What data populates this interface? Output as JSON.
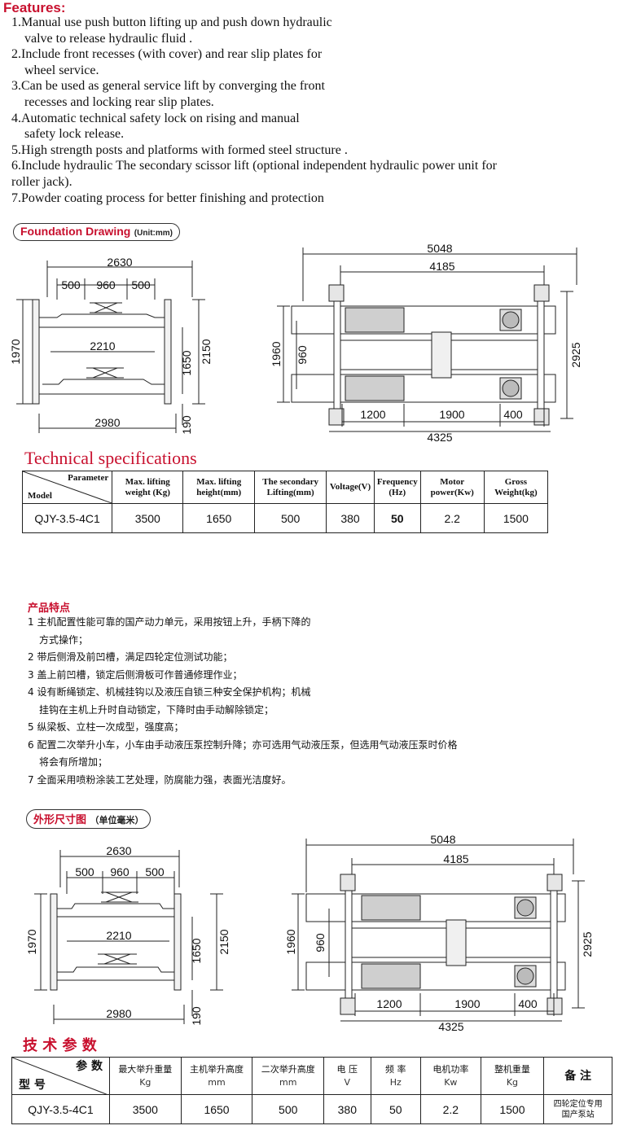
{
  "features": {
    "title": "Features:",
    "items": [
      {
        "line1": "1.Manual use push button lifting up and push down hydraulic",
        "line2": "valve to release hydraulic fluid ."
      },
      {
        "line1": "2.Include front recesses (with cover) and rear slip plates for",
        "line2": "wheel service."
      },
      {
        "line1": "3.Can be used as general service lift by converging the front",
        "line2": "recesses and locking rear slip plates."
      },
      {
        "line1": "4.Automatic technical safety lock on rising and manual",
        "line2": "safety lock release."
      },
      {
        "line1": "5.High strength posts and platforms with formed steel structure .",
        "line2": ""
      },
      {
        "line1": "6.Include hydraulic The secondary scissor lift (optional independent hydraulic power unit for",
        "line2": "roller jack)."
      },
      {
        "line1": "7.Powder coating process for better finishing and protection",
        "line2": ""
      }
    ]
  },
  "foundation": {
    "label": "Foundation Drawing",
    "unit": "(Unit:mm)"
  },
  "dims": {
    "side_width": "2630",
    "seg_a": "500",
    "seg_b": "960",
    "seg_c": "500",
    "inner": "2210",
    "h1970": "1970",
    "h1650": "1650",
    "h2150": "2150",
    "base": "2980",
    "h190": "190",
    "top_total": "5048",
    "top_inner": "4185",
    "w1960": "1960",
    "w960": "960",
    "w2925": "2925",
    "b1200": "1200",
    "b1900": "1900",
    "b400": "400",
    "b4325": "4325"
  },
  "spec_en": {
    "title": "Technical specifications",
    "corner_param": "Parameter",
    "corner_model": "Model",
    "headers": [
      {
        "l1": "Max. lifting",
        "l2": "weight (Kg)"
      },
      {
        "l1": "Max. lifting",
        "l2": "height(mm)"
      },
      {
        "l1": "The secondary",
        "l2": "Lifting(mm)"
      },
      {
        "l1": "Voltage(V)",
        "l2": ""
      },
      {
        "l1": "Frequency",
        "l2": "(Hz)"
      },
      {
        "l1": "Motor",
        "l2": "power(Kw)"
      },
      {
        "l1": "Gross",
        "l2": "Weight(kg)"
      }
    ],
    "row": {
      "model": "QJY-3.5-4C1",
      "values": [
        "3500",
        "1650",
        "500",
        "380",
        "50",
        "2.2",
        "1500"
      ]
    }
  },
  "cn_features": {
    "title": "产品特点",
    "items": [
      {
        "line1": "1 主机配置性能可靠的国产动力单元，采用按钮上升，手柄下降的",
        "line2": "方式操作；"
      },
      {
        "line1": "2 带后侧滑及前凹槽，满足四轮定位测试功能；",
        "line2": ""
      },
      {
        "line1": "3 盖上前凹槽，锁定后侧滑板可作普通修理作业；",
        "line2": ""
      },
      {
        "line1": "4 设有断绳锁定、机械挂钩以及液压自锁三种安全保护机构；机械",
        "line2": "挂钩在主机上升时自动锁定，下降时由手动解除锁定；"
      },
      {
        "line1": "5 纵梁板、立柱一次成型，强度高；",
        "line2": ""
      },
      {
        "line1": "6 配置二次举升小车，小车由手动液压泵控制升降；亦可选用气动液压泵，但选用气动液压泵时价格",
        "line2": "将会有所增加；"
      },
      {
        "line1": "7 全面采用喷粉涂装工艺处理，防腐能力强，表面光洁度好。",
        "line2": ""
      }
    ]
  },
  "cn_drawing": {
    "label": "外形尺寸图",
    "unit": "（单位毫米）"
  },
  "spec_cn": {
    "title": "技 术 参 数",
    "corner_param": "参  数",
    "corner_model": "型  号",
    "headers": [
      {
        "l1": "最大举升重量",
        "l2": "Kg"
      },
      {
        "l1": "主机举升高度",
        "l2": "mm"
      },
      {
        "l1": "二次举升高度",
        "l2": "mm"
      },
      {
        "l1": "电  压",
        "l2": "V"
      },
      {
        "l1": "频 率",
        "l2": "Hz"
      },
      {
        "l1": "电机功率",
        "l2": "Kw"
      },
      {
        "l1": "整机重量",
        "l2": "Kg"
      },
      {
        "l1": "备 注",
        "l2": ""
      }
    ],
    "row": {
      "model": "QJY-3.5-4C1",
      "values": [
        "3500",
        "1650",
        "500",
        "380",
        "50",
        "2.2",
        "1500"
      ],
      "remark1": "四轮定位专用",
      "remark2": "国产泵站"
    }
  }
}
